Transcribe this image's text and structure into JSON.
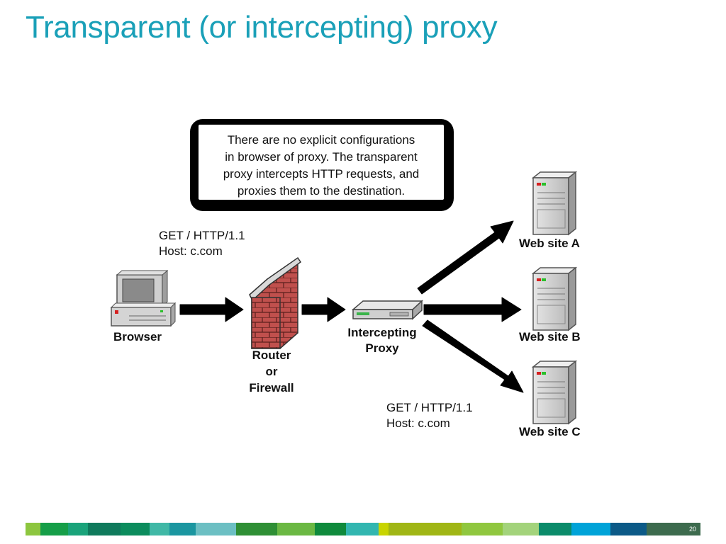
{
  "slide": {
    "title": "Transparent (or intercepting) proxy",
    "page_number": "20"
  },
  "callout": {
    "lines": [
      "There are no explicit configurations",
      "in browser of proxy. The transparent",
      "proxy intercepts HTTP requests, and",
      "proxies them to the destination."
    ]
  },
  "nodes": {
    "browser": "Browser",
    "firewall": [
      "Router",
      "or",
      "Firewall"
    ],
    "proxy": [
      "Intercepting",
      "Proxy"
    ],
    "site_a": "Web site A",
    "site_b": "Web site B",
    "site_c": "Web site C"
  },
  "requests": {
    "client": [
      "GET / HTTP/1.1",
      "Host: c.com"
    ],
    "forwarded": [
      "GET / HTTP/1.1",
      "Host: c.com"
    ]
  },
  "colors": {
    "title": "#1aa0b8",
    "brick": "#c0504d",
    "footer": [
      "#8dc63f",
      "#169e48",
      "#1aa37a",
      "#0f7a5c",
      "#0c8c5d",
      "#40b8a6",
      "#1b96a0",
      "#6cbfc3",
      "#2f8f35",
      "#6bb843",
      "#0f8a3c",
      "#32b6b0",
      "#c8d400",
      "#a0b616",
      "#90c73f",
      "#a3d37b",
      "#0b8b6a",
      "#00a3d8",
      "#0c5a87",
      "#3d6b4e"
    ]
  }
}
